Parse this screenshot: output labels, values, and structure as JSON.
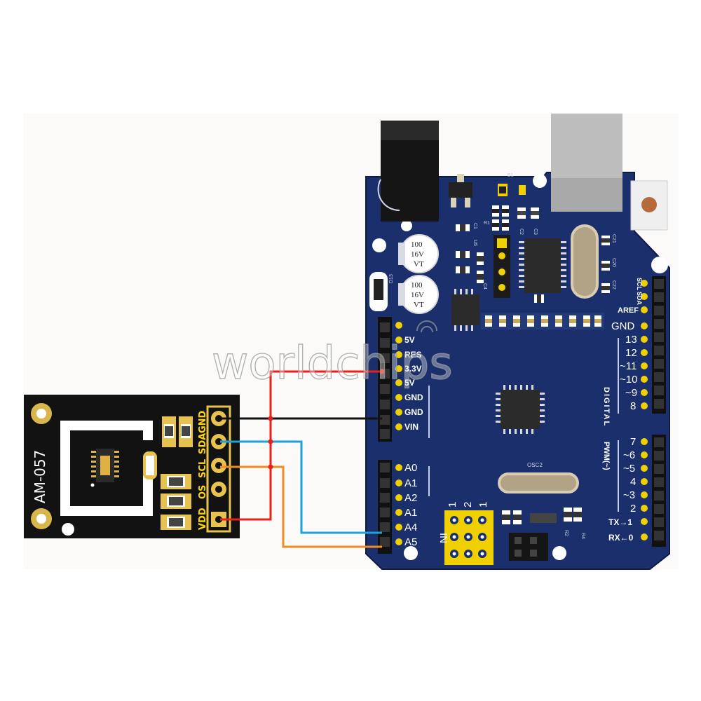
{
  "watermark": "worldchips",
  "module": {
    "name": "AM-057",
    "pins": [
      "GND",
      "SDA",
      "SCL",
      "OS",
      "VDD"
    ]
  },
  "arduino": {
    "power_header": [
      "5V",
      "RES",
      "3.3V",
      "5V",
      "GND",
      "GND",
      "VIN"
    ],
    "analog_header": [
      "A0",
      "A1",
      "A2",
      "A1",
      "A4",
      "A5"
    ],
    "digital_top": [
      "SCL",
      "SDA",
      "AREF",
      "GND",
      "13",
      "12",
      "~11",
      "~10",
      "~9",
      "8"
    ],
    "digital_bottom": [
      "7",
      "~6",
      "~5",
      "4",
      "~3",
      "2",
      "TX→1",
      "RX←0"
    ],
    "section_digital": "DIGITAL",
    "section_pwm": "PWM(~)",
    "icsp_label": "IN",
    "icsp_numbers": [
      "1",
      "2",
      "1"
    ],
    "capacitors": [
      {
        "lines": [
          "100",
          "16V",
          "VT"
        ]
      },
      {
        "lines": [
          "100",
          "16V",
          "VT"
        ]
      }
    ],
    "chip_codes": [
      "U5",
      "OSC2",
      "D13",
      "C21",
      "C20",
      "C22",
      "R2",
      "R1",
      "C1",
      "C2",
      "C3",
      "C4",
      "R4",
      "B1"
    ]
  },
  "colors": {
    "board": "#1a2f6b",
    "module": "#111111",
    "wire_red": "#e8201c",
    "wire_black": "#111111",
    "wire_blue": "#1ea0d8",
    "wire_orange": "#f08a24"
  }
}
